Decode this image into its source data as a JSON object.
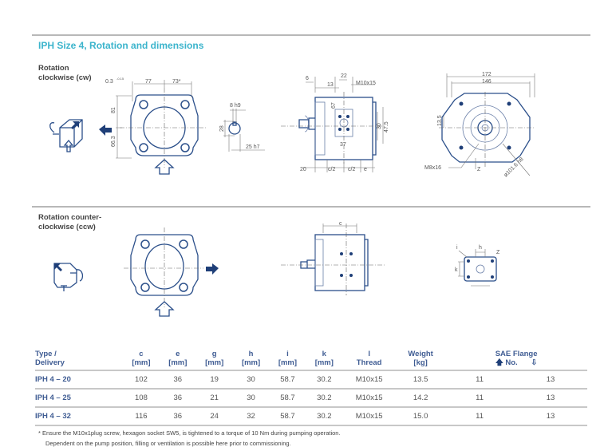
{
  "title": "IPH Size 4, Rotation and dimensions",
  "sections": {
    "cw": {
      "line1": "Rotation",
      "line2": "clockwise (cw)"
    },
    "ccw": {
      "line1": "Rotation counter-",
      "line2": "clockwise (ccw)"
    }
  },
  "dims": {
    "front": {
      "tol": "0.3",
      "tol_sup": "-0.15",
      "d77": "77",
      "d73": "73*",
      "d81": "81",
      "d663": "66.3"
    },
    "shaft": {
      "key": "8 h9",
      "d28": "28",
      "dia": "25 h7"
    },
    "side": {
      "d6": "6",
      "d13": "13",
      "d22": "22",
      "thread": "M10x15",
      "d67": "67",
      "d30": "30",
      "d475": "47.5",
      "d37": "37",
      "d20": "20",
      "c2a": "c/2",
      "c2b": "c/2",
      "e": "e"
    },
    "rear": {
      "d172": "172",
      "d146": "146",
      "d135": "13.5",
      "bolt": "M8x16",
      "z": "Z",
      "flange": "ø101.6 h8"
    },
    "ccw": {
      "c": "c",
      "h": "h",
      "i": "i",
      "k": "k",
      "z": "Z"
    }
  },
  "table": {
    "headers": [
      {
        "l1": "Type /",
        "l2": "Delivery"
      },
      {
        "l1": "c",
        "l2": "[mm]"
      },
      {
        "l1": "e",
        "l2": "[mm]"
      },
      {
        "l1": "g",
        "l2": "[mm]"
      },
      {
        "l1": "h",
        "l2": "[mm]"
      },
      {
        "l1": "i",
        "l2": "[mm]"
      },
      {
        "l1": "k",
        "l2": "[mm]"
      },
      {
        "l1": "l",
        "l2": "Thread"
      },
      {
        "l1": "Weight",
        "l2": "[kg]"
      },
      {
        "l1": "SAE Flange",
        "l2": "No."
      }
    ],
    "rows": [
      [
        "IPH 4 – 20",
        "102",
        "36",
        "19",
        "30",
        "58.7",
        "30.2",
        "M10x15",
        "13.5",
        "11",
        "13"
      ],
      [
        "IPH 4 – 25",
        "108",
        "36",
        "21",
        "30",
        "58.7",
        "30.2",
        "M10x15",
        "14.2",
        "11",
        "13"
      ],
      [
        "IPH 4 – 32",
        "116",
        "36",
        "24",
        "32",
        "58.7",
        "30.2",
        "M10x15",
        "15.0",
        "11",
        "13"
      ]
    ]
  },
  "footnote": {
    "line1": "* Ensure the M10x1plug screw, hexagon socket SW5, is tightened to a torque of 10 Nm during pumping operation.",
    "line2": "Dependent on the pump position, filling or ventilation is possible here prior to commissioning."
  },
  "colors": {
    "accent": "#3bb4cc",
    "drawing": "#2b4f8a",
    "header": "#3f5c93"
  }
}
